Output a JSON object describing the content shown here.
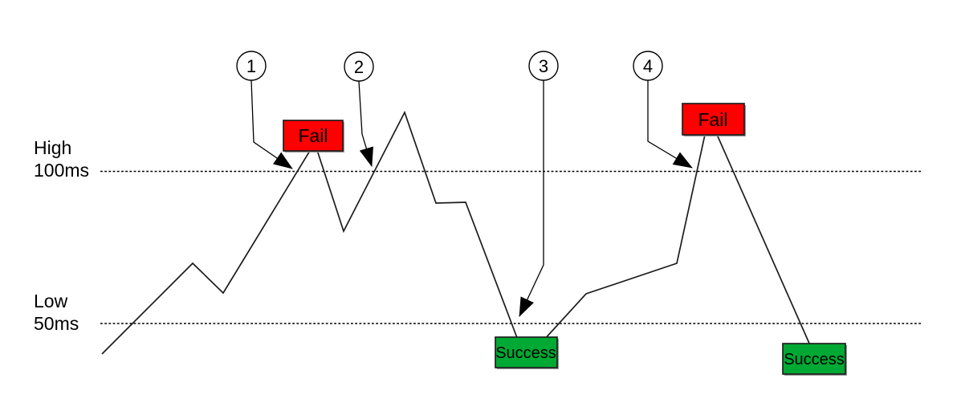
{
  "diagram": {
    "thresholds": {
      "high": {
        "label_line1": "High",
        "label_line2": "100ms"
      },
      "low": {
        "label_line1": "Low",
        "label_line2": "50ms"
      }
    },
    "callouts": [
      {
        "number": "1"
      },
      {
        "number": "2"
      },
      {
        "number": "3"
      },
      {
        "number": "4"
      }
    ],
    "boxes": {
      "fail1": {
        "label": "Fail"
      },
      "fail2": {
        "label": "Fail"
      },
      "success1": {
        "label": "Success"
      },
      "success2": {
        "label": "Success"
      }
    },
    "colors": {
      "fail": "#ff0000",
      "success": "#00a933",
      "line": "#1c1c1c"
    }
  }
}
